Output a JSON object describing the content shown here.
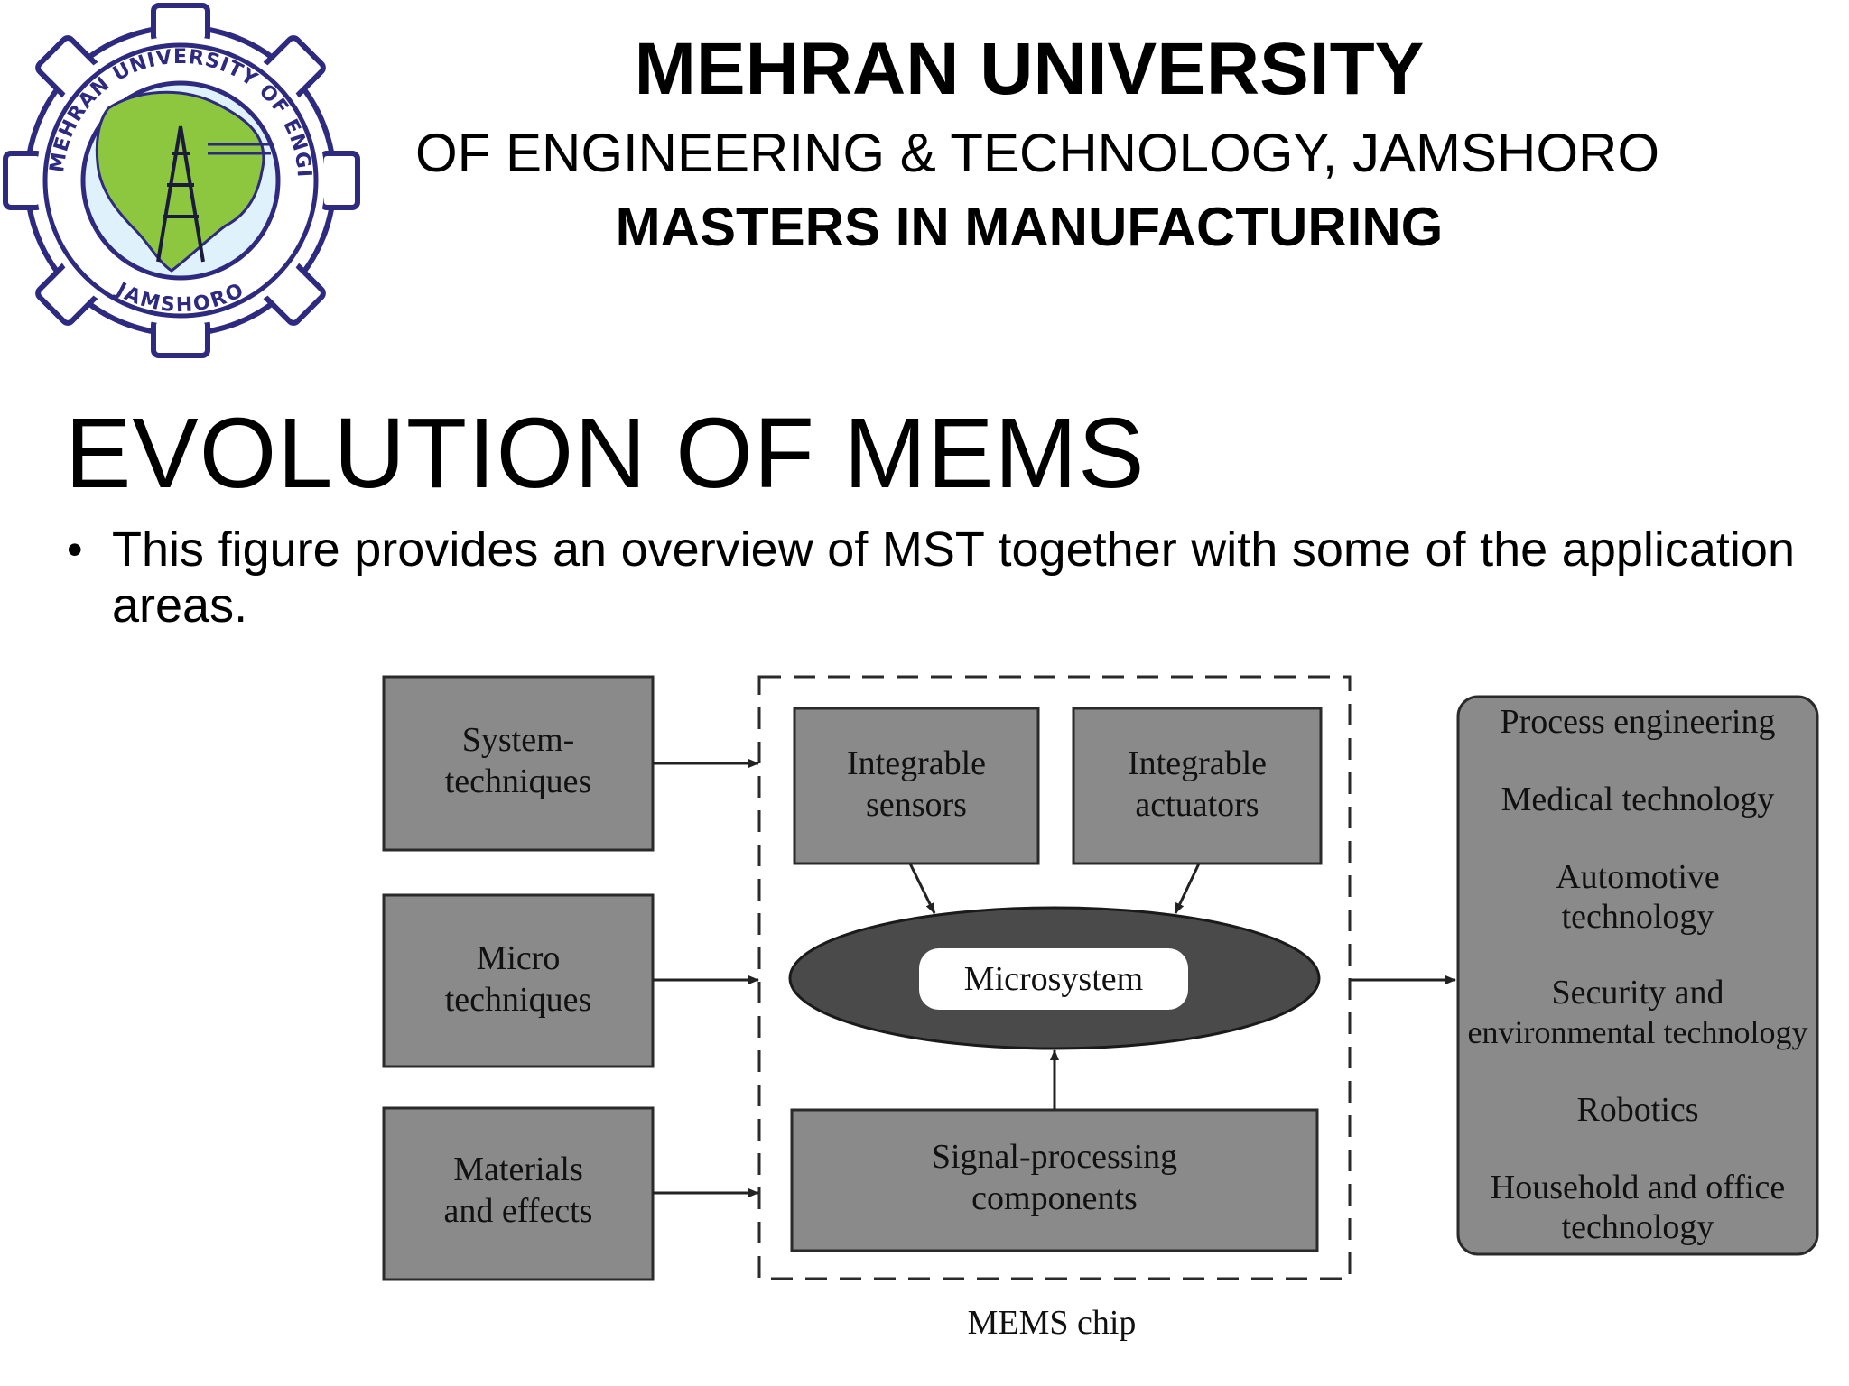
{
  "header": {
    "title": "MEHRAN UNIVERSITY",
    "subtitle": "OF ENGINEERING & TECHNOLOGY, JAMSHORO",
    "program": "MASTERS IN MANUFACTURING"
  },
  "logo": {
    "ring_text": "MEHRAN UNIVERSITY OF ENGINEERING AND TECHNOLOGY",
    "city": "JAMSHORO",
    "colors": {
      "ring": "#2d2a80",
      "map": "#8dc63f",
      "water": "#7ec8e3"
    }
  },
  "slide": {
    "title": "EVOLUTION OF MEMS",
    "bullet": "This figure provides an overview of MST together with some of the application areas."
  },
  "diagram": {
    "inputs": [
      [
        "System-",
        "techniques"
      ],
      [
        "Micro",
        "techniques"
      ],
      [
        "Materials",
        "and effects"
      ]
    ],
    "sensors": [
      "Integrable",
      "sensors"
    ],
    "actuators": [
      "Integrable",
      "actuators"
    ],
    "core": "Microsystem",
    "signal": [
      "Signal-processing",
      "components"
    ],
    "chip_label": "MEMS chip",
    "applications": [
      [
        "Process engineering"
      ],
      [
        "Medical technology"
      ],
      [
        "Automotive",
        "technology"
      ],
      [
        "Security and",
        "environmental technology"
      ],
      [
        "Robotics"
      ],
      [
        "Household and office",
        "technology"
      ]
    ],
    "colors": {
      "box": "#8a8a8a",
      "ellipse": "#4a4a4a",
      "stroke": "#2a2a2a"
    }
  }
}
